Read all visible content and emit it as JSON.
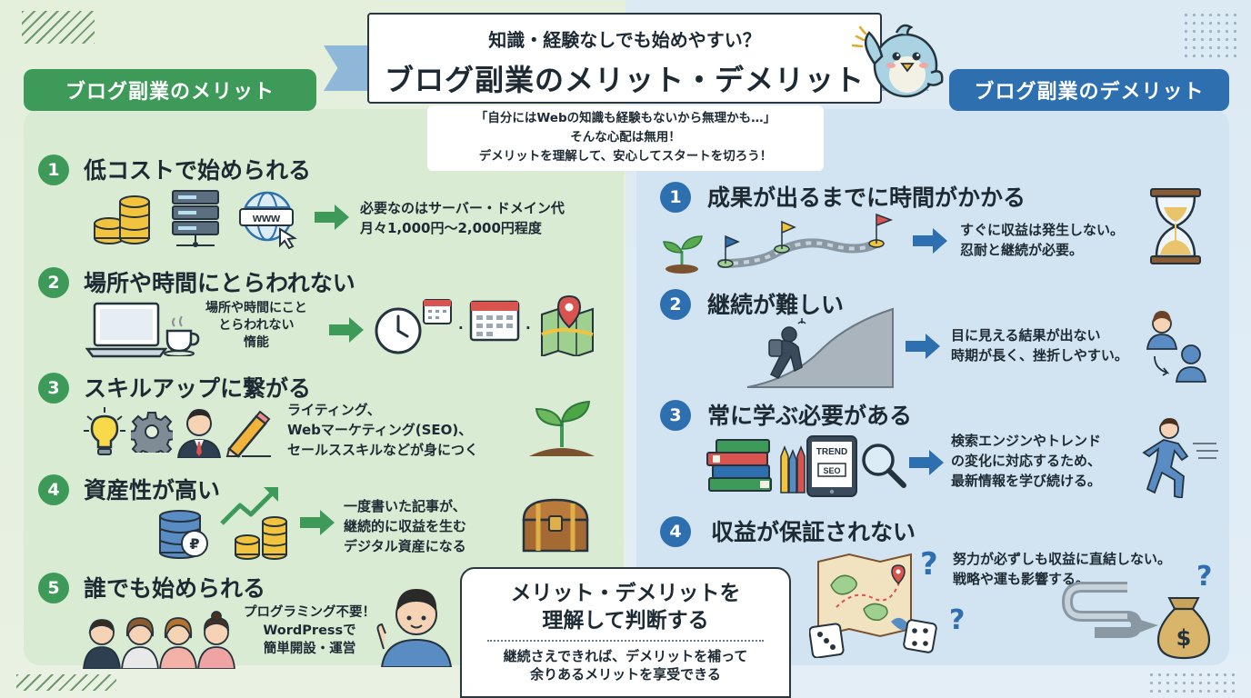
{
  "title": {
    "sub": "知識・経験なしでも始めやすい？",
    "main": "ブログ副業のメリット・デメリット"
  },
  "intro": [
    "「自分にはWebの知識も経験もないから無理かも…」",
    "そんな心配は無用！",
    "デメリットを理解して、安心してスタートを切ろう！"
  ],
  "merits": {
    "header": "ブログ副業のメリット",
    "items": [
      {
        "num": "1",
        "title": "低コストで始められる",
        "desc": [
          "必要なのはサーバー・ドメイン代",
          "月々1,000円～2,000円程度"
        ]
      },
      {
        "num": "2",
        "title": "場所や時間にとらわれない",
        "desc": [
          "場所や時間にこと",
          "とらわれない",
          "惰能"
        ]
      },
      {
        "num": "3",
        "title": "スキルアップに繋がる",
        "desc": [
          "ライティング、",
          "Webマーケティング(SEO)、",
          "セールススキルなどが身につく"
        ]
      },
      {
        "num": "4",
        "title": "資産性が高い",
        "desc": [
          "一度書いた記事が、",
          "継続的に収益を生む",
          "デジタル資産になる"
        ]
      },
      {
        "num": "5",
        "title": "誰でも始められる",
        "desc": [
          "プログラミング不要！",
          "WordPressで",
          "簡単開設・運営"
        ]
      }
    ],
    "www_label": "www"
  },
  "demerits": {
    "header": "ブログ副業のデメリット",
    "items": [
      {
        "num": "1",
        "title": "成果が出るまでに時間がかかる",
        "desc": [
          "すぐに収益は発生しない。",
          "忍耐と継続が必要。"
        ]
      },
      {
        "num": "2",
        "title": "継続が難しい",
        "desc": [
          "目に見える結果が出ない",
          "時期が長く、挫折しやすい。"
        ]
      },
      {
        "num": "3",
        "title": "常に学ぶ必要がある",
        "desc": [
          "検索エンジンやトレンド",
          "の変化に対応するため、",
          "最新情報を学び続ける。"
        ]
      },
      {
        "num": "4",
        "title": "収益が保証されない",
        "desc": [
          "努力が必ずしも収益に直結しない。",
          "戦略や運も影響する。"
        ]
      }
    ],
    "tablet_labels": [
      "TREND",
      "SEO"
    ]
  },
  "summary": {
    "title": [
      "メリット・デメリットを",
      "理解して判断する"
    ],
    "body": [
      "継続さえできれば、デメリットを補って",
      "余りあるメリットを享受できる"
    ]
  },
  "colors": {
    "merit": "#3e9a59",
    "demerit": "#2e6fb0",
    "arrow_green": "#3e9a59",
    "arrow_blue": "#2e6fb0"
  }
}
